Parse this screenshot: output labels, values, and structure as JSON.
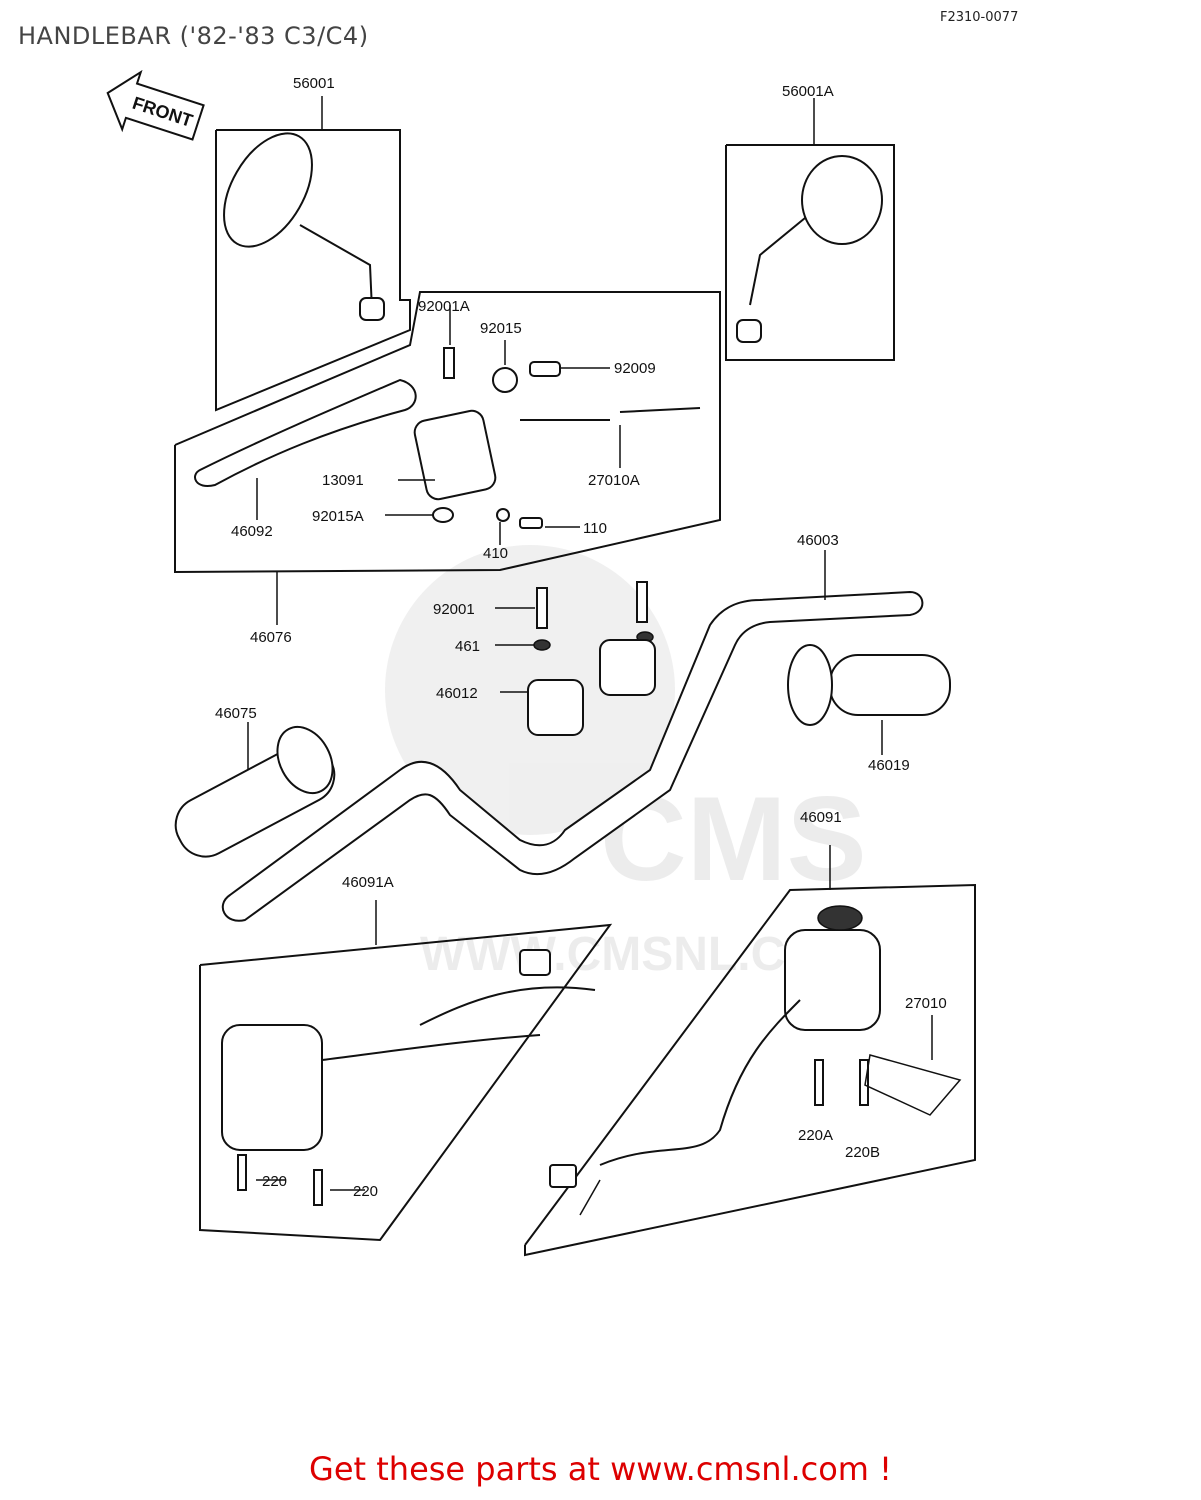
{
  "header": {
    "title": "HANDLEBAR ('82-'83 C3/C4)",
    "code": "F2310-0077"
  },
  "direction_label": "FRONT",
  "footer": {
    "promo": "Get these parts at www.cmsnl.com !"
  },
  "watermark": {
    "brand": "CMS",
    "url": "WWW.CMSNL.COM"
  },
  "parts": {
    "p56001": "56001",
    "p56001A": "56001A",
    "p92001A": "92001A",
    "p92015": "92015",
    "p92009": "92009",
    "p13091": "13091",
    "p27010A": "27010A",
    "p92015A": "92015A",
    "p110": "110",
    "p46092": "46092",
    "p410": "410",
    "p46003": "46003",
    "p46076": "46076",
    "p92001": "92001",
    "p461": "461",
    "p46012": "46012",
    "p46075": "46075",
    "p46019": "46019",
    "p46091": "46091",
    "p46091A": "46091A",
    "p27010": "27010",
    "p220A": "220A",
    "p220B": "220B",
    "p220a": "220",
    "p220b": "220"
  }
}
